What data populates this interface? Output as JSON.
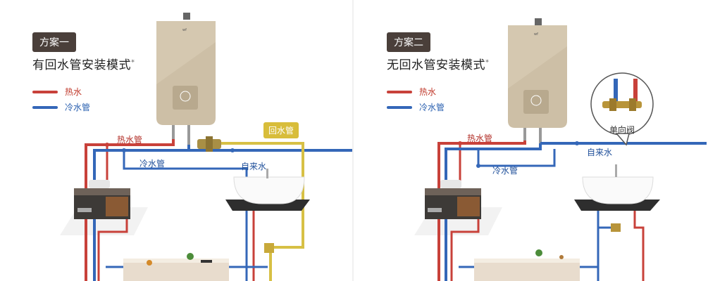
{
  "colors": {
    "hot": "#c8413a",
    "cold": "#3467b8",
    "return": "#d7c045",
    "heater": "#c9bca5"
  },
  "left": {
    "badge": "方案一",
    "title": "有回水管安装模式",
    "title_mark": "*",
    "legend_hot": "热水",
    "legend_cold": "冷水管",
    "label_hot_pipe": "热水管",
    "label_cold_pipe": "冷水管",
    "label_tap_water": "自来水",
    "label_return": "回水管"
  },
  "right": {
    "badge": "方案二",
    "title": "无回水管安装模式",
    "title_mark": "*",
    "legend_hot": "热水",
    "legend_cold": "冷水管",
    "label_hot_pipe": "热水管",
    "label_cold_pipe": "冷水管",
    "label_tap_water": "自来水",
    "label_check_valve": "单向阀"
  }
}
